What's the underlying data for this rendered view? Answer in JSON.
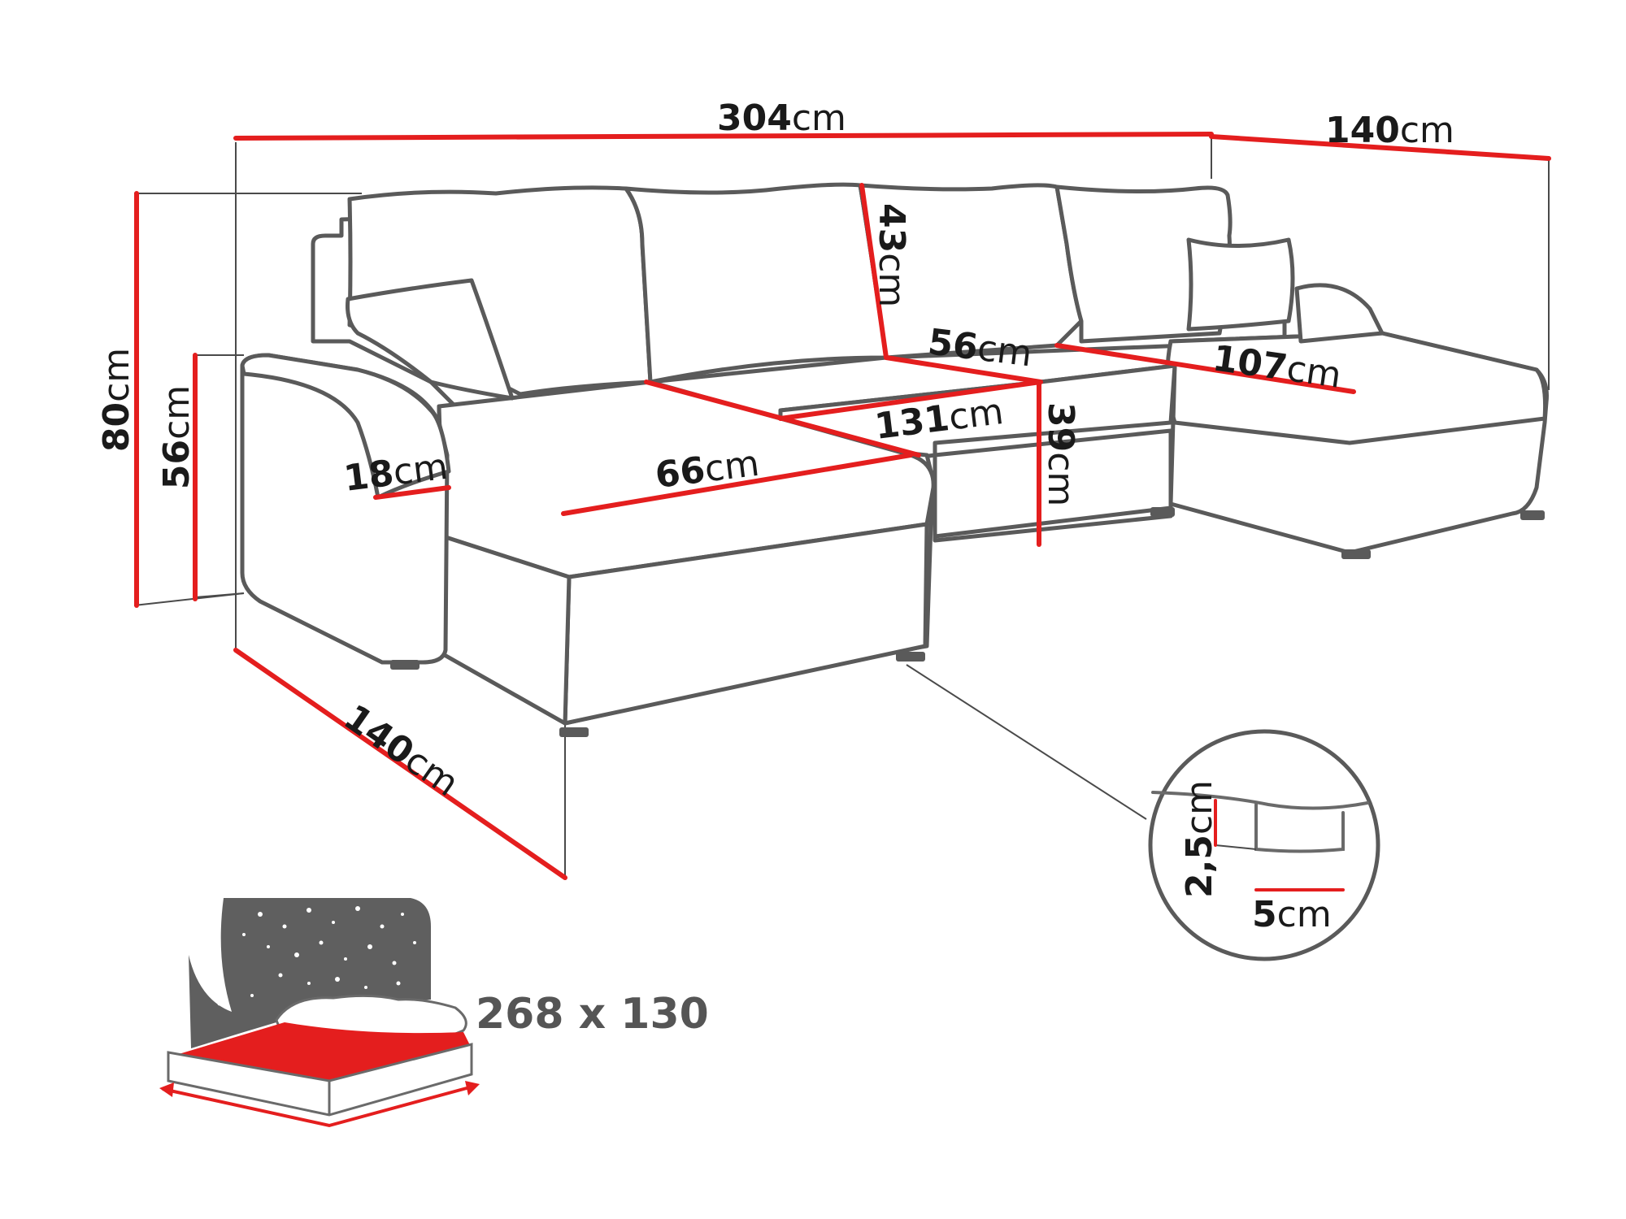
{
  "unit": "cm",
  "dimensions": {
    "total_length": {
      "value": "304"
    },
    "right_depth": {
      "value": "140"
    },
    "total_height": {
      "value": "80"
    },
    "armrest_height": {
      "value": "56"
    },
    "left_depth": {
      "value": "140"
    },
    "armrest_width": {
      "value": "18"
    },
    "left_seat_depth": {
      "value": "66"
    },
    "center_seat_width": {
      "value": "131"
    },
    "back_cushion_height": {
      "value": "43"
    },
    "center_seat_depth": {
      "value": "56"
    },
    "seat_height": {
      "value": "39"
    },
    "right_seat_depth": {
      "value": "107"
    },
    "leg_height": {
      "value": "2,5"
    },
    "leg_width": {
      "value": "5"
    }
  },
  "sleeping_area": {
    "label": "268 x 130"
  },
  "colors": {
    "accent": "#e41e1e",
    "outline": "#5a5a5a",
    "text": "#1a1a1a",
    "bed_label": "#555555"
  }
}
